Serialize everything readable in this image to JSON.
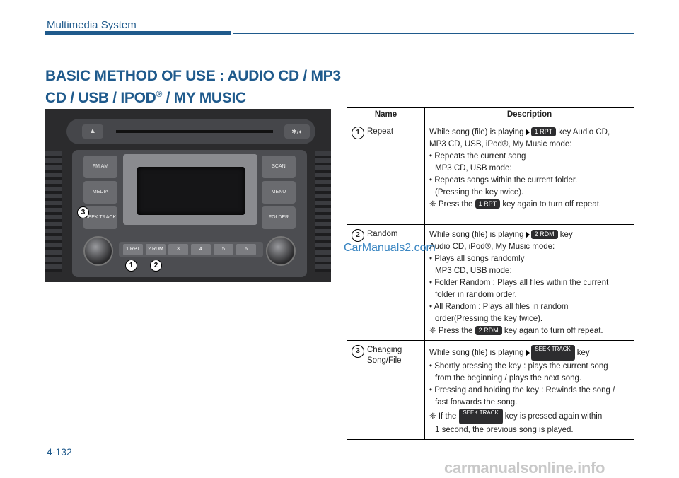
{
  "header": {
    "section_title": "Multimedia System"
  },
  "heading": {
    "line1": "BASIC METHOD OF USE : AUDIO CD / MP3",
    "line2_prefix": "CD / USB / IPOD",
    "reg": "®",
    "line2_suffix": " / MY MUSIC"
  },
  "photo": {
    "buttons_left": [
      "FM   AM",
      "MEDIA",
      "SEEK TRACK"
    ],
    "buttons_right": [
      "SCAN",
      "MENU",
      "FOLDER"
    ],
    "presets": [
      "1 RPT",
      "2 RDM",
      "3",
      "4",
      "5",
      "6"
    ],
    "callouts": [
      "1",
      "2",
      "3"
    ]
  },
  "table": {
    "headers": [
      "Name",
      "Description"
    ],
    "rows": [
      {
        "num": "1",
        "name": "Repeat",
        "lines": [
          {
            "pre": "While song (file) is playing",
            "key": "1 RPT",
            "post": " key Audio CD,"
          },
          {
            "text": "MP3 CD, USB, iPod®, My Music mode:"
          },
          {
            "text": "• Repeats the current song"
          },
          {
            "text": "MP3 CD, USB mode:"
          },
          {
            "text": "• Repeats songs within the current folder."
          },
          {
            "text": "(Pressing the key twice)."
          },
          {
            "pre": "❈ Press the ",
            "key": "1 RPT",
            "post": " key again to turn off repeat."
          }
        ]
      },
      {
        "num": "2",
        "name": "Random",
        "lines": [
          {
            "pre": "While song (file) is playing",
            "key": "2 RDM",
            "post": " key"
          },
          {
            "text": "Audio CD, iPod®, My Music mode:"
          },
          {
            "text": "• Plays all songs randomly"
          },
          {
            "text": "MP3 CD, USB mode:"
          },
          {
            "text": "• Folder Random : Plays all files within the current"
          },
          {
            "text": "folder in random order."
          },
          {
            "text": "• All Random : Plays all files in random"
          },
          {
            "text": "order(Pressing the key twice)."
          },
          {
            "pre": "❈ Press the ",
            "key": "2 RDM",
            "post": " key again to turn off repeat."
          }
        ]
      },
      {
        "num": "3",
        "name": "Changing Song/File",
        "lines": [
          {
            "pre": "While song (file) is playing",
            "key": "SEEK TRACK",
            "post": " key"
          },
          {
            "text": "• Shortly pressing the key : plays the current song"
          },
          {
            "text": "from the beginning / plays the next song."
          },
          {
            "text": "• Pressing and holding the key : Rewinds the song /"
          },
          {
            "text": "fast forwards the song."
          },
          {
            "pre": "❈ If the ",
            "key": "SEEK TRACK",
            "post": " key is pressed again within"
          },
          {
            "text": "1 second, the previous song is played."
          }
        ]
      }
    ]
  },
  "watermark": "CarManuals2.com",
  "page_number": "4-132",
  "footer_mark": "carmanualsonline.info"
}
